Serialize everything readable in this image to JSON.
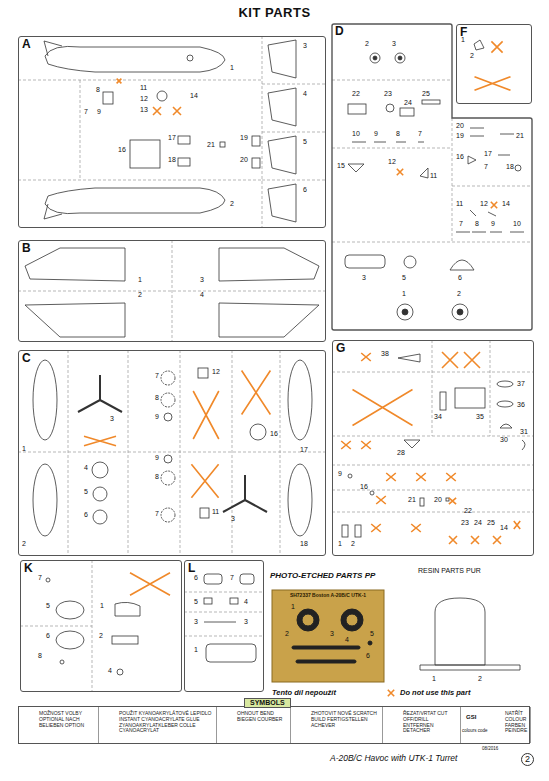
{
  "diagram": {
    "title": "KIT PARTS",
    "caption": "A-20B/C Havoc with UTK-1 Turret",
    "nodes": [
      {
        "text": [
          "A"
        ]
      },
      {
        "text": [
          "B"
        ]
      },
      {
        "text": [
          "C"
        ]
      },
      {
        "text": [
          "D"
        ]
      },
      {
        "text": [
          "F"
        ]
      },
      {
        "text": [
          "G"
        ]
      },
      {
        "text": [
          "K"
        ]
      },
      {
        "text": [
          "L"
        ]
      },
      {
        "text": [
          "PHOTO-ETCHED PARTS PP",
          "SH72337 Boston A-20B/C UTK-1"
        ]
      },
      {
        "text": [
          "SYMBOLS"
        ]
      },
      {
        "text": [
          "MOŽNOST VOLBY OPTIONAL NACH BELIEBEN OPTION"
        ],
        "in": 9
      },
      {
        "text": [
          "POUŽIT KYANOAKRYLÁTOVÉ LEPIDLO INSTANT CYANOACRYLATE GLUE ZYANOAKRYLATKLEBER COLLE CYANOACRYLAT"
        ],
        "in": 9
      },
      {
        "text": [
          "OHNOUT BEND BIEGEN COURBER"
        ],
        "in": 9
      },
      {
        "text": [
          "ZHOTOVIT NOVÉ SCRATCH BUILD FERTIGSTELLEN ACHEVER"
        ],
        "in": 9
      },
      {
        "text": [
          "ŘEZAT/VRTAT CUT OFF/DRILL ENTFERNEN DETACHER"
        ],
        "in": 9
      },
      {
        "text": [
          "NATŘÍT COLOUR FARBEN PEINDRE"
        ],
        "in": 9
      }
    ],
    "labels": [
      "1",
      "2",
      "3",
      "4",
      "5",
      "6",
      "8",
      "11",
      "12",
      "14",
      "7",
      "9",
      "13",
      "21",
      "16",
      "17",
      "18",
      "19",
      "20",
      "1",
      "3",
      "2",
      "4",
      "1",
      "3",
      "7",
      "8",
      "9",
      "12",
      "16",
      "17",
      "4",
      "5",
      "6",
      "2",
      "9",
      "8",
      "7",
      "11",
      "3",
      "18",
      "2",
      "3",
      "22",
      "23",
      "24",
      "25",
      "10",
      "9",
      "8",
      "7",
      "15",
      "12",
      "11",
      "20",
      "19",
      "21",
      "16",
      "17",
      "7",
      "18",
      "11",
      "12",
      "14",
      "7",
      "8",
      "9",
      "10",
      "3",
      "5",
      "6",
      "1",
      "2",
      "1",
      "2",
      "38",
      "34",
      "35",
      "36",
      "37",
      "28",
      "30",
      "31",
      "9",
      "16",
      "21",
      "20",
      "22",
      "23",
      "24",
      "25",
      "14",
      "1",
      "2",
      "7",
      "5",
      "1",
      "6",
      "2",
      "8",
      "4",
      "6",
      "7",
      "5",
      "4",
      "3",
      "3",
      "1",
      "1",
      "2",
      "3",
      "4",
      "5",
      "6",
      "1",
      "2",
      "Tento díl nepoužít",
      "Do not use this part",
      "GSI",
      "colours code",
      "08/2016",
      "2",
      "RESIN PARTS PUR"
    ]
  }
}
